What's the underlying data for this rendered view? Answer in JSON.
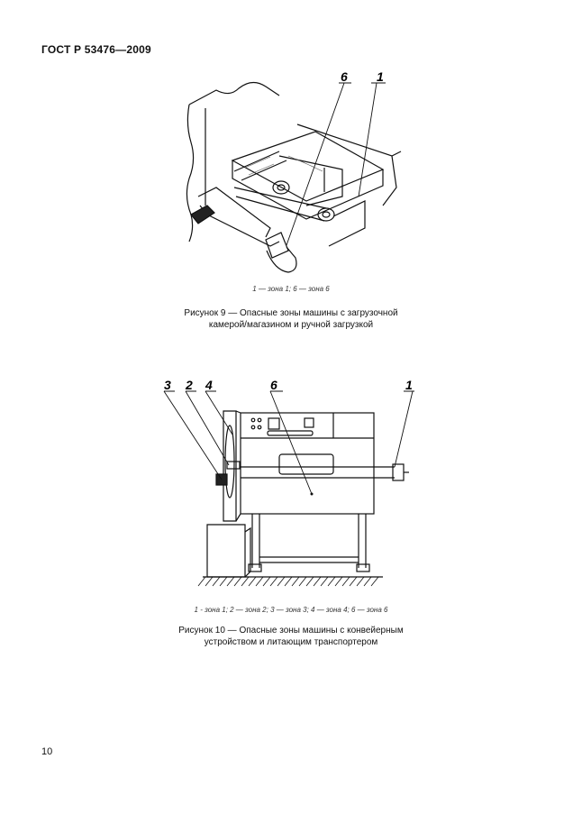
{
  "header": {
    "standard": "ГОСТ Р 53476—2009"
  },
  "figure9": {
    "callouts": [
      "6",
      "1"
    ],
    "legend": "1 — зона 1; 6 — зона 6",
    "caption_line1": "Рисунок 9 — Опасные зоны машины с загрузочной",
    "caption_line2": "камерой/магазином и ручной загрузкой"
  },
  "figure10": {
    "callouts": [
      "3",
      "2",
      "4",
      "6",
      "1"
    ],
    "legend": "1 - зона 1; 2 — зона 2; 3 — зона 3; 4 — зона 4; 6 — зона 6",
    "caption_line1": "Рисунок 10 — Опасные зоны машины с конвейерным",
    "caption_line2": "устройством и литающим транспортером"
  },
  "footer": {
    "page_number": "10"
  }
}
